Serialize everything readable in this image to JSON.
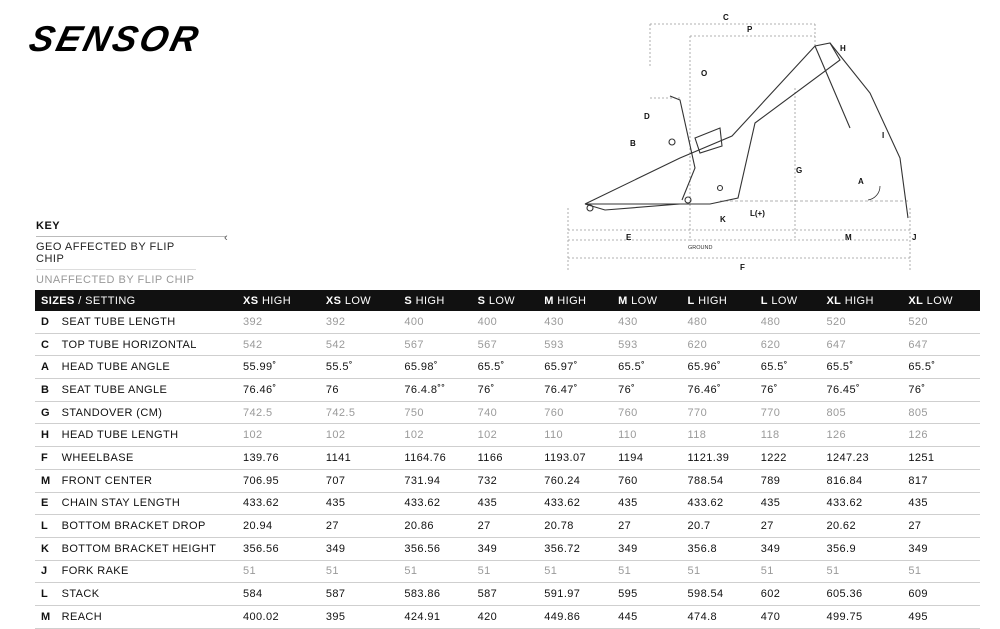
{
  "brand": "SENSOR",
  "key": {
    "title": "KEY",
    "affected": "GEO AFFECTED BY FLIP CHIP",
    "unaffected": "UNAFFECTED BY FLIP CHIP",
    "arrow": "‹"
  },
  "diagram_labels": {
    "C": "C",
    "P": "P",
    "H": "H",
    "O": "O",
    "D": "D",
    "B": "B",
    "I": "I",
    "G": "G",
    "A": "A",
    "K": "K",
    "L": "L(+)",
    "E": "E",
    "M": "M",
    "F": "F",
    "J": "J",
    "ground": "GROUND"
  },
  "table": {
    "header_sizes": "SIZES",
    "header_setting": " / SETTING",
    "columns": [
      {
        "size": "XS",
        "setting": " HIGH"
      },
      {
        "size": "XS",
        "setting": " LOW"
      },
      {
        "size": "S",
        "setting": " HIGH"
      },
      {
        "size": "S",
        "setting": " LOW"
      },
      {
        "size": "M",
        "setting": " HIGH"
      },
      {
        "size": "M",
        "setting": " LOW"
      },
      {
        "size": "L",
        "setting": " HIGH"
      },
      {
        "size": "L",
        "setting": " LOW"
      },
      {
        "size": "XL",
        "setting": " HIGH"
      },
      {
        "size": "XL",
        "setting": " LOW"
      }
    ],
    "rows": [
      {
        "code": "D",
        "name": "SEAT TUBE LENGTH",
        "affected": false,
        "values": [
          "392",
          "392",
          "400",
          "400",
          "430",
          "430",
          "480",
          "480",
          "520",
          "520"
        ]
      },
      {
        "code": "C",
        "name": "TOP TUBE HORIZONTAL",
        "affected": false,
        "values": [
          "542",
          "542",
          "567",
          "567",
          "593",
          "593",
          "620",
          "620",
          "647",
          "647"
        ]
      },
      {
        "code": "A",
        "name": "HEAD TUBE ANGLE",
        "affected": true,
        "values": [
          "55.99˚",
          "55.5˚",
          "65.98˚",
          "65.5˚",
          "65.97˚",
          "65.5˚",
          "65.96˚",
          "65.5˚",
          "65.5˚",
          "65.5˚"
        ]
      },
      {
        "code": "B",
        "name": "SEAT TUBE ANGLE",
        "affected": true,
        "values": [
          "76.46˚",
          "76",
          "76.4.8˚˚",
          "76˚",
          "76.47˚",
          "76˚",
          "76.46˚",
          "76˚",
          "76.45˚",
          "76˚"
        ]
      },
      {
        "code": "G",
        "name": "STANDOVER (CM)",
        "affected": false,
        "values": [
          "742.5",
          "742.5",
          "750",
          "740",
          "760",
          "760",
          "770",
          "770",
          "805",
          "805"
        ]
      },
      {
        "code": "H",
        "name": "HEAD TUBE LENGTH",
        "affected": false,
        "values": [
          "102",
          "102",
          "102",
          "102",
          "110",
          "110",
          "118",
          "118",
          "126",
          "126"
        ]
      },
      {
        "code": "F",
        "name": "WHEELBASE",
        "affected": true,
        "values": [
          "139.76",
          "1141",
          "1164.76",
          "1166",
          "1193.07",
          "1194",
          "1121.39",
          "1222",
          "1247.23",
          "1251"
        ]
      },
      {
        "code": "M",
        "name": "FRONT CENTER",
        "affected": true,
        "values": [
          "706.95",
          "707",
          "731.94",
          "732",
          "760.24",
          "760",
          "788.54",
          "789",
          "816.84",
          "817"
        ]
      },
      {
        "code": "E",
        "name": "CHAIN STAY LENGTH",
        "affected": true,
        "values": [
          "433.62",
          "435",
          "433.62",
          "435",
          "433.62",
          "435",
          "433.62",
          "435",
          "433.62",
          "435"
        ]
      },
      {
        "code": "L",
        "name": "BOTTOM BRACKET DROP",
        "affected": true,
        "values": [
          "20.94",
          "27",
          "20.86",
          "27",
          "20.78",
          "27",
          "20.7",
          "27",
          "20.62",
          "27"
        ]
      },
      {
        "code": "K",
        "name": "BOTTOM BRACKET HEIGHT",
        "affected": true,
        "values": [
          "356.56",
          "349",
          "356.56",
          "349",
          "356.72",
          "349",
          "356.8",
          "349",
          "356.9",
          "349"
        ]
      },
      {
        "code": "J",
        "name": "FORK RAKE",
        "affected": false,
        "values": [
          "51",
          "51",
          "51",
          "51",
          "51",
          "51",
          "51",
          "51",
          "51",
          "51"
        ]
      },
      {
        "code": "L",
        "name": "STACK",
        "affected": true,
        "values": [
          "584",
          "587",
          "583.86",
          "587",
          "591.97",
          "595",
          "598.54",
          "602",
          "605.36",
          "609"
        ]
      },
      {
        "code": "M",
        "name": "REACH",
        "affected": true,
        "values": [
          "400.02",
          "395",
          "424.91",
          "420",
          "449.86",
          "445",
          "474.8",
          "470",
          "499.75",
          "495"
        ]
      }
    ]
  }
}
